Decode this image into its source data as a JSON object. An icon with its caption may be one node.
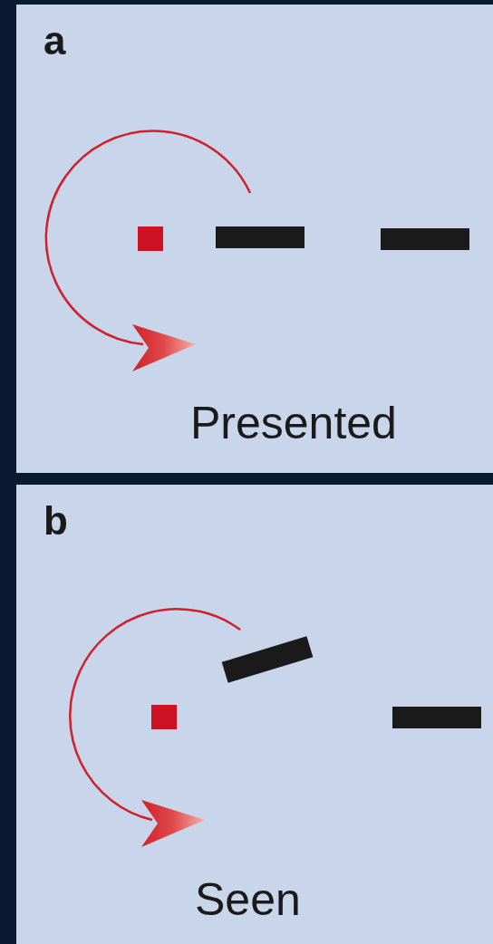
{
  "diagram": {
    "nodes": [
      {
        "text": [
          "a",
          "Presented"
        ]
      },
      {
        "text": [
          "b",
          "Seen"
        ]
      },
      {
        "text": [],
        "shape": "bar",
        "in": 0
      },
      {
        "text": [],
        "shape": "bar",
        "in": 0
      },
      {
        "text": [],
        "shape": "bar",
        "in": 1
      },
      {
        "text": [],
        "shape": "bar",
        "in": 1
      }
    ]
  }
}
